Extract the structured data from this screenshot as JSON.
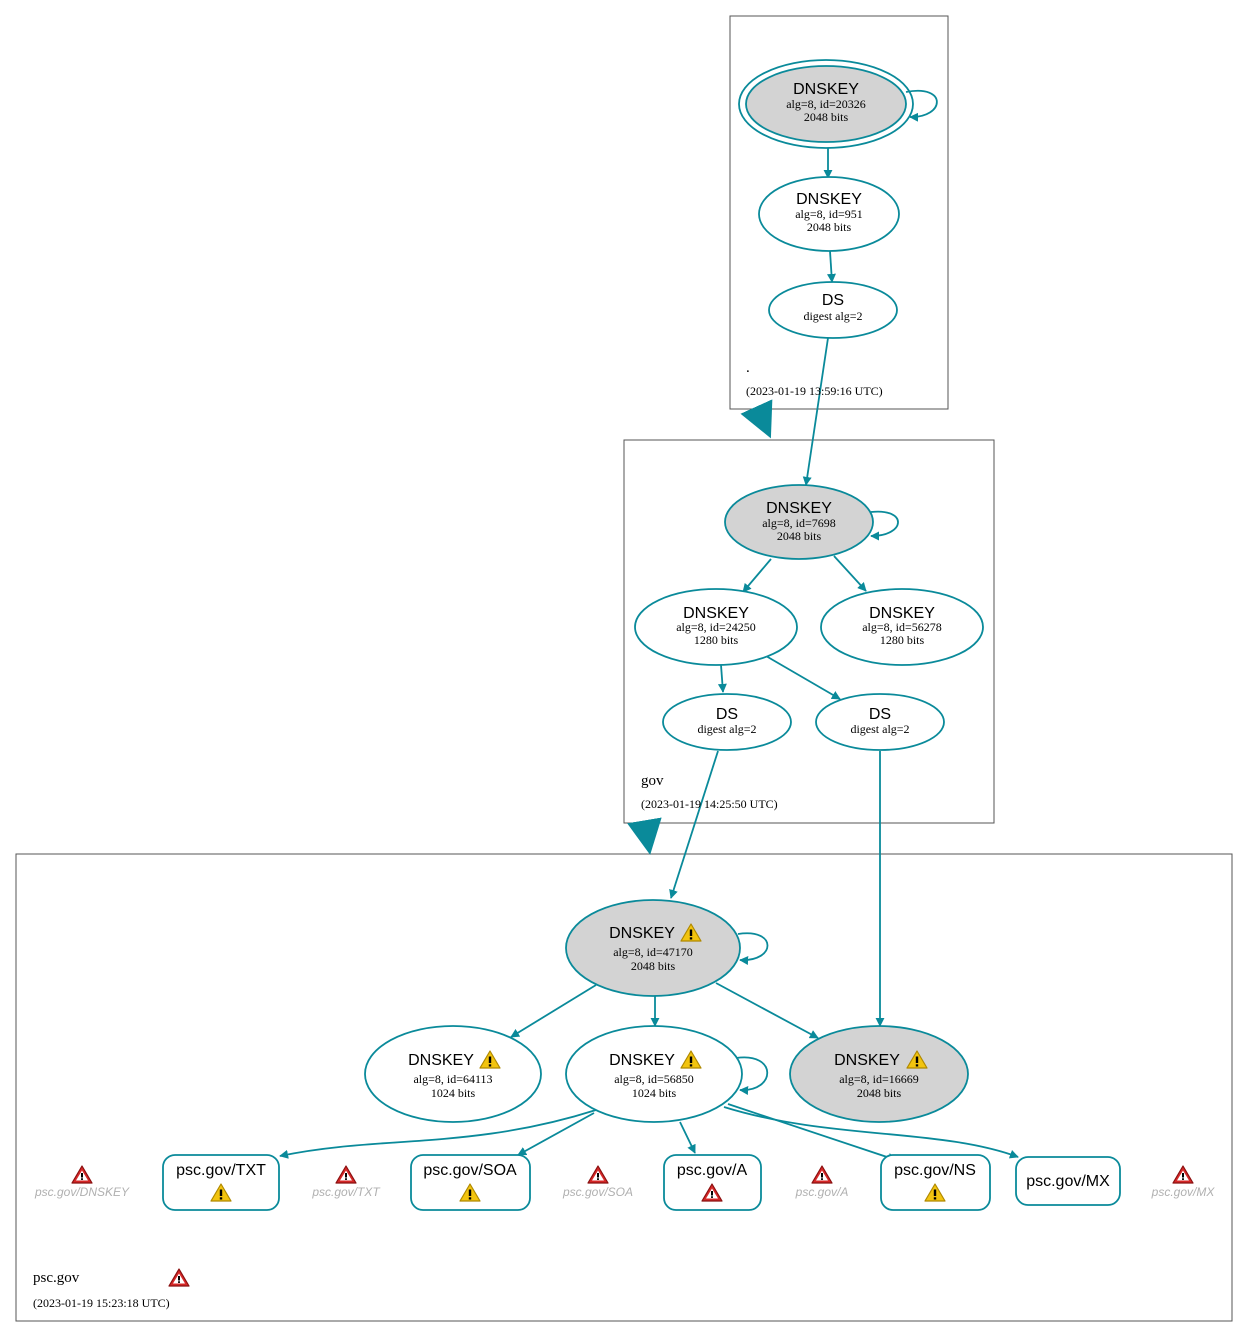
{
  "colors": {
    "edge": "#0a8a9a",
    "node_border": "#0a8a9a",
    "ksk_fill": "#d3d3d3",
    "node_fill": "#ffffff",
    "warning_yellow": "#f2c40f",
    "error_red": "#d62828",
    "ghost_text": "#b0b0b0"
  },
  "zones": {
    "root": {
      "label": ".",
      "timestamp": "(2023-01-19 13:59:16 UTC)"
    },
    "gov": {
      "label": "gov",
      "timestamp": "(2023-01-19 14:25:50 UTC)"
    },
    "psc": {
      "label": "psc.gov",
      "timestamp": "(2023-01-19 15:23:18 UTC)",
      "status_icon": "error-icon"
    }
  },
  "nodes": {
    "root_ksk": {
      "title": "DNSKEY",
      "line1": "alg=8, id=20326",
      "line2": "2048 bits"
    },
    "root_zsk": {
      "title": "DNSKEY",
      "line1": "alg=8, id=951",
      "line2": "2048 bits"
    },
    "root_ds": {
      "title": "DS",
      "line1": "digest alg=2"
    },
    "gov_ksk": {
      "title": "DNSKEY",
      "line1": "alg=8, id=7698",
      "line2": "2048 bits"
    },
    "gov_zsk1": {
      "title": "DNSKEY",
      "line1": "alg=8, id=24250",
      "line2": "1280 bits"
    },
    "gov_zsk2": {
      "title": "DNSKEY",
      "line1": "alg=8, id=56278",
      "line2": "1280 bits"
    },
    "gov_ds1": {
      "title": "DS",
      "line1": "digest alg=2"
    },
    "gov_ds2": {
      "title": "DS",
      "line1": "digest alg=2"
    },
    "psc_ksk": {
      "title": "DNSKEY",
      "line1": "alg=8, id=47170",
      "line2": "2048 bits",
      "icon": "warning-icon"
    },
    "psc_zsk1": {
      "title": "DNSKEY",
      "line1": "alg=8, id=64113",
      "line2": "1024 bits",
      "icon": "warning-icon"
    },
    "psc_zsk2": {
      "title": "DNSKEY",
      "line1": "alg=8, id=56850",
      "line2": "1024 bits",
      "icon": "warning-icon"
    },
    "psc_ksk2": {
      "title": "DNSKEY",
      "line1": "alg=8, id=16669",
      "line2": "2048 bits",
      "icon": "warning-icon"
    }
  },
  "rrsets": {
    "txt": {
      "label": "psc.gov/TXT",
      "icon": "warning-icon"
    },
    "soa": {
      "label": "psc.gov/SOA",
      "icon": "warning-icon"
    },
    "a": {
      "label": "psc.gov/A",
      "icon": "error-icon"
    },
    "ns": {
      "label": "psc.gov/NS",
      "icon": "warning-icon"
    },
    "mx": {
      "label": "psc.gov/MX"
    }
  },
  "ghosts": {
    "dnskey": {
      "label": "psc.gov/DNSKEY",
      "icon": "error-icon"
    },
    "txt": {
      "label": "psc.gov/TXT",
      "icon": "error-icon"
    },
    "soa": {
      "label": "psc.gov/SOA",
      "icon": "error-icon"
    },
    "a": {
      "label": "psc.gov/A",
      "icon": "error-icon"
    },
    "mx": {
      "label": "psc.gov/MX",
      "icon": "error-icon"
    }
  }
}
